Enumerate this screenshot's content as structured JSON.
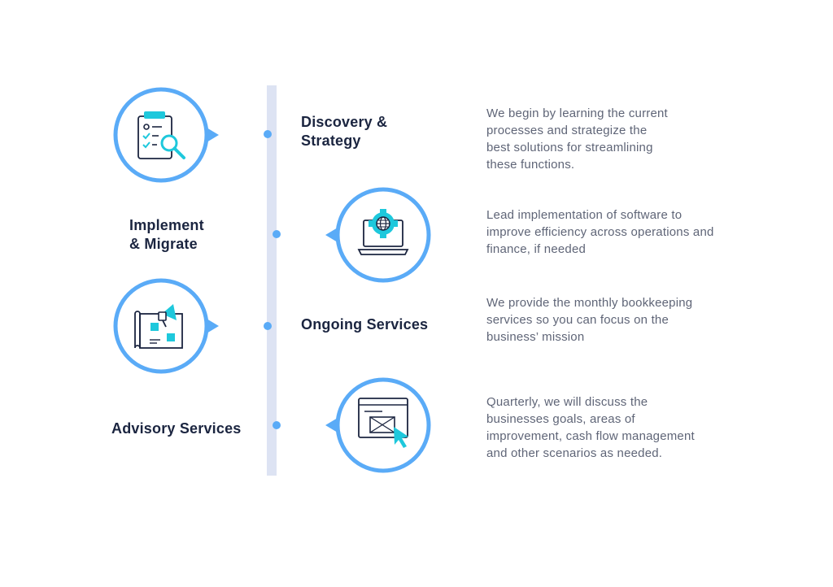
{
  "colors": {
    "accent": "#5aabf7",
    "icon_cyan": "#1ec8dc",
    "icon_line": "#1b2540",
    "timeline": "#dde3f3",
    "title": "#1b2540",
    "text": "#5f6577"
  },
  "steps": [
    {
      "title": "Discovery &\nStrategy",
      "description": "We begin by learning the current\nprocesses and strategize the\nbest solutions for streamlining\nthese functions.",
      "icon": "checklist-magnifier-icon"
    },
    {
      "title": "Implement\n& Migrate",
      "description": "Lead implementation of software to\nimprove efficiency across operations and\nfinance, if needed",
      "icon": "laptop-gear-globe-icon"
    },
    {
      "title": "Ongoing Services",
      "description": "We provide the monthly bookkeeping\nservices so you can focus on the\nbusiness’ mission",
      "icon": "blueprint-megaphone-icon"
    },
    {
      "title": "Advisory Services",
      "description": "Quarterly, we will discuss the\nbusinesses goals, areas of\nimprovement, cash flow management\nand other scenarios as needed.",
      "icon": "browser-window-cursor-icon"
    }
  ]
}
